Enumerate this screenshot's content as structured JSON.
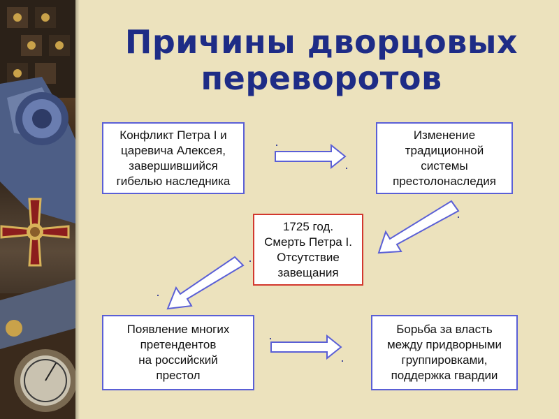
{
  "title": {
    "line1": "Причины дворцовых",
    "line2": "переворотов"
  },
  "boxes": [
    {
      "text": "Конфликт Петра I и\nцаревича Алексея,\nзавершившийся\nгибелью наследника"
    },
    {
      "text": "Изменение\nтрадиционной\nсистемы\nпрестолонаследия"
    },
    {
      "text": "1725 год.\nСмерть Петра I.\nОтсутствие\nзавещания"
    },
    {
      "text": "Появление многих\nпретендентов\nна российский\nпрестол"
    },
    {
      "text": "Борьба за власть\nмежду придворными\nгруппировками,\nподдержка гвардии"
    }
  ],
  "colors": {
    "title": "#1e2c86",
    "box_border": "#5a5fd6",
    "box_border_highlight": "#d2382e",
    "background": "#ece2bd",
    "arrow_stroke": "#5a5fd6"
  },
  "icons": {
    "sidebar": "decorative-medals-image"
  }
}
